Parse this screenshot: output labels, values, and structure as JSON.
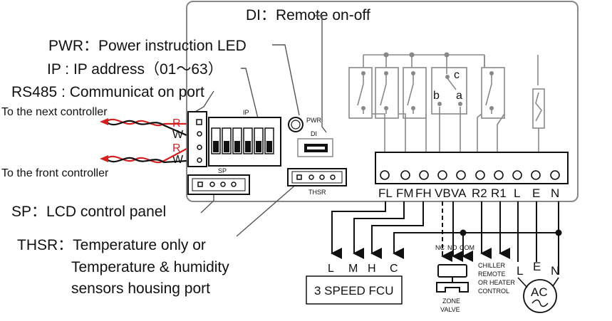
{
  "annotations": {
    "di": "DI：Remote on-off",
    "pwr": "PWR：Power instruction LED",
    "ip": "IP : IP address（01～63）",
    "rs485": "RS485 : Communicat on port",
    "next_controller": "To the next controller",
    "front_controller": "To the front controller",
    "sp": "SP：LCD control panel",
    "thsr_1": "THSR：Temperature only or",
    "thsr_2": "Temperature & humidity",
    "thsr_3": "sensors housing port"
  },
  "board": {
    "ip_label": "IP",
    "pwr_label": "PWR",
    "di_label": "DI",
    "sp_label": "SP",
    "thsr_label": "THSR",
    "rs485_pins": [
      "R",
      "W",
      "R",
      "W"
    ],
    "relay_contacts": [
      "c",
      "b",
      "a"
    ]
  },
  "terminals": [
    "FL",
    "FM",
    "FH",
    "VB",
    "VA",
    "R2",
    "R1",
    "L",
    "E",
    "N"
  ],
  "fcu": {
    "inputs": [
      "L",
      "M",
      "H",
      "C"
    ],
    "label": "3 SPEED FCU"
  },
  "zone_valve": {
    "pins": [
      "NC",
      "NO",
      "COM"
    ],
    "label_1": "ZONE",
    "label_2": "VALVE"
  },
  "chiller": [
    "CHILLER",
    "REMOTE",
    "OR HEATER",
    "CONTROL"
  ],
  "power": {
    "lines": [
      "L",
      "E",
      "N"
    ],
    "source": "AC"
  },
  "colors": {
    "wire_red": "#d61f1f",
    "ink": "#111111",
    "frame": "#888888"
  }
}
